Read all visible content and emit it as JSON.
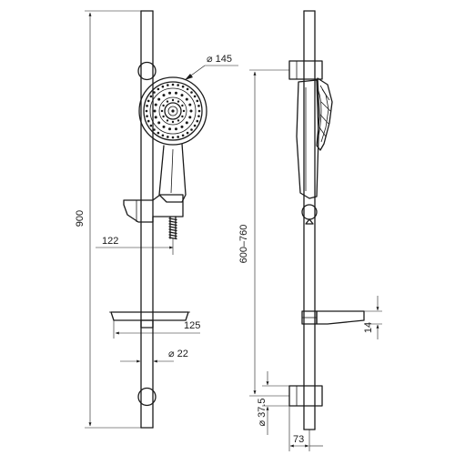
{
  "dimensions": {
    "head_diameter": "⌀ 145",
    "total_height": "900",
    "slider_offset": "122",
    "tray_width": "125",
    "bar_diameter": "⌀ 22",
    "adjust_range": "600–760",
    "tray_thickness": "14",
    "bracket_diameter": "⌀ 37.5",
    "wall_distance": "73"
  }
}
